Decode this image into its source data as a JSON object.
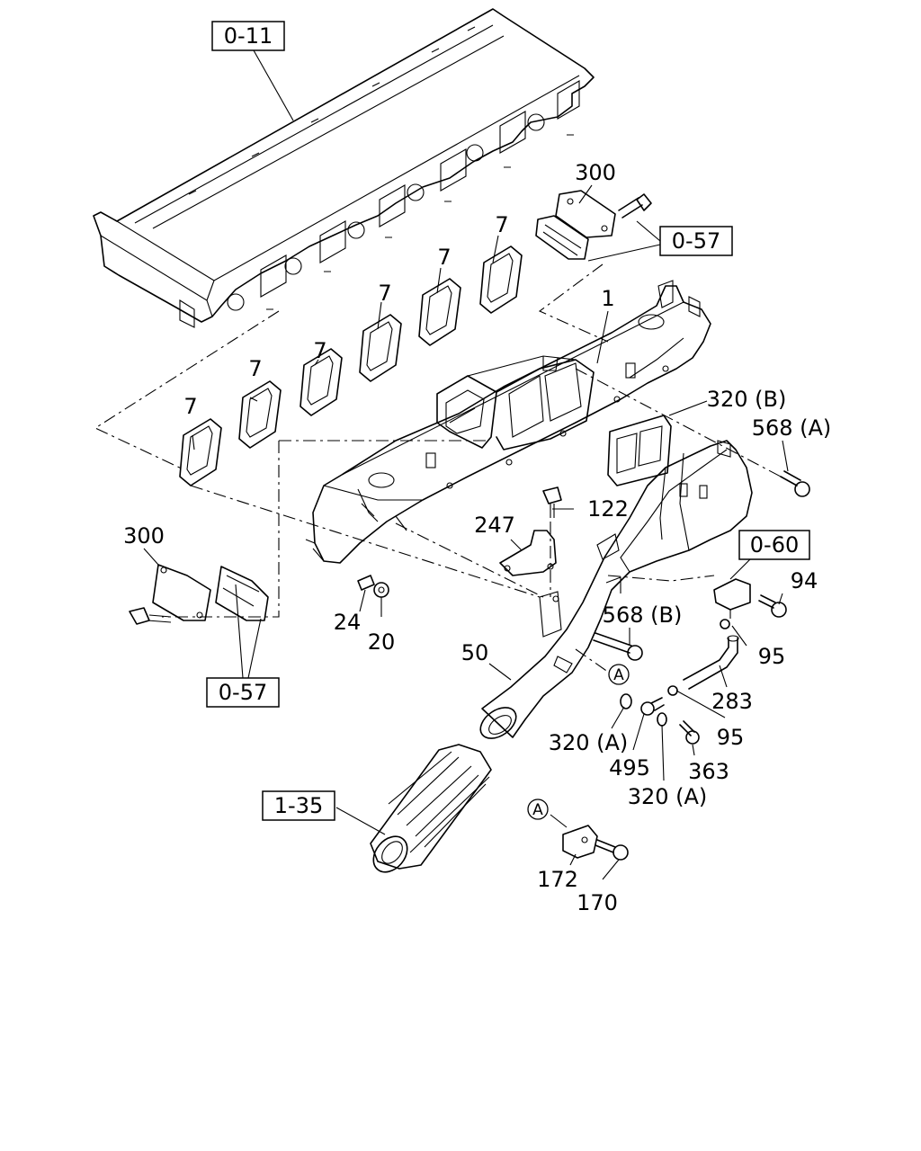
{
  "reference_boxes": {
    "cylinder_head": "0-11",
    "cover_upper": "0-57",
    "cover_lower": "0-57",
    "sensor": "0-60",
    "hose_ref": "1-35"
  },
  "part_labels": {
    "manifold": "1",
    "gasket_1": "7",
    "gasket_2": "7",
    "gasket_3": "7",
    "gasket_4": "7",
    "gasket_5": "7",
    "gasket_6": "7",
    "cover_plate_upper": "300",
    "cover_plate_lower": "300",
    "gasket_b": "320 (B)",
    "bolt_a": "568 (A)",
    "bolt_b": "568 (B)",
    "bolt_122": "122",
    "bracket": "247",
    "plug_24": "24",
    "nut_20": "20",
    "bolt_94": "94",
    "clip_95_upper": "95",
    "clip_95_lower": "95",
    "hose_283": "283",
    "pipe_50": "50",
    "washer_a_1": "320 (A)",
    "washer_a_2": "320 (A)",
    "fitting_495": "495",
    "bolt_363": "363",
    "bracket_172": "172",
    "bolt_170": "170"
  },
  "callouts": {
    "a_pipe": "A",
    "a_bracket": "A"
  }
}
